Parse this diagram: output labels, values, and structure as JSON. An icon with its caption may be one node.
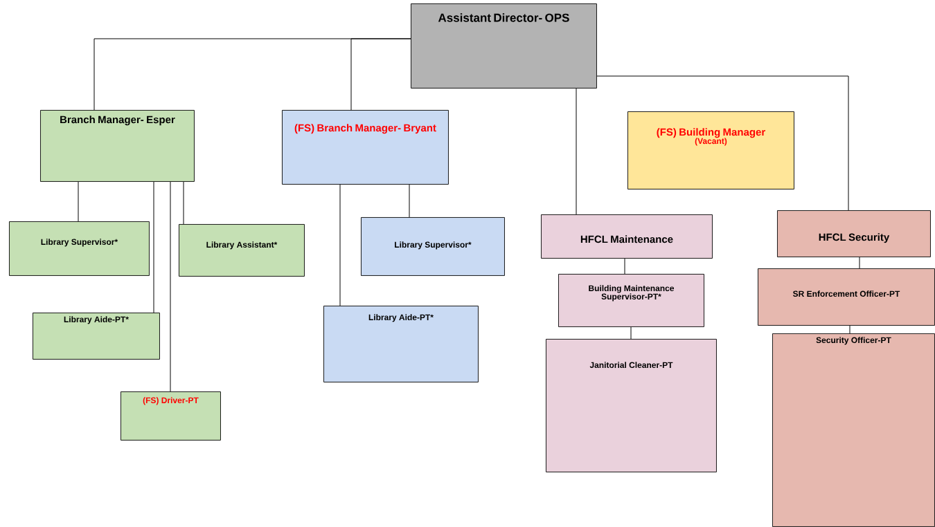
{
  "diagram": {
    "nodes": [
      {
        "text": [
          "Assistant Director- OPS"
        ]
      },
      {
        "text": [
          "Branch Manager- Esper"
        ]
      },
      {
        "text": [
          "(FS) Branch Manager- Bryant"
        ]
      },
      {
        "text": [
          "(FS) Building Manager",
          "(Vacant)"
        ]
      },
      {
        "text": [
          "HFCL Maintenance"
        ]
      },
      {
        "text": [
          "HFCL Security"
        ]
      },
      {
        "text": [
          "Library Supervisor*"
        ]
      },
      {
        "text": [
          "Library Assistant*"
        ]
      },
      {
        "text": [
          "Library Aide-PT*"
        ]
      },
      {
        "text": [
          "(FS) Driver-PT"
        ]
      },
      {
        "text": [
          "Library Supervisor*"
        ]
      },
      {
        "text": [
          "Library Aide-PT*"
        ]
      },
      {
        "text": [
          "Building Maintenance Supervisor-PT*"
        ]
      },
      {
        "text": [
          "Janitorial Cleaner-PT"
        ]
      },
      {
        "text": [
          "SR Enforcement Officer-PT"
        ]
      },
      {
        "text": [
          "Security Officer-PT"
        ]
      }
    ],
    "edges": [
      {
        "from": 0,
        "to": 1,
        "arrow": "none"
      },
      {
        "from": 0,
        "to": 2,
        "arrow": "none"
      },
      {
        "from": 0,
        "to": 4,
        "arrow": "none"
      },
      {
        "from": 0,
        "to": 5,
        "arrow": "none"
      },
      {
        "from": 1,
        "to": 6,
        "arrow": "none"
      },
      {
        "from": 1,
        "to": 7,
        "arrow": "none"
      },
      {
        "from": 1,
        "to": 8,
        "arrow": "none"
      },
      {
        "from": 1,
        "to": 9,
        "arrow": "none"
      },
      {
        "from": 2,
        "to": 11,
        "arrow": "none"
      },
      {
        "from": 2,
        "to": 10,
        "arrow": "none"
      },
      {
        "from": 4,
        "to": 12,
        "arrow": "none"
      },
      {
        "from": 12,
        "to": 13,
        "arrow": "none"
      },
      {
        "from": 5,
        "to": 14,
        "arrow": "none"
      },
      {
        "from": 14,
        "to": 15,
        "arrow": "none"
      }
    ]
  }
}
